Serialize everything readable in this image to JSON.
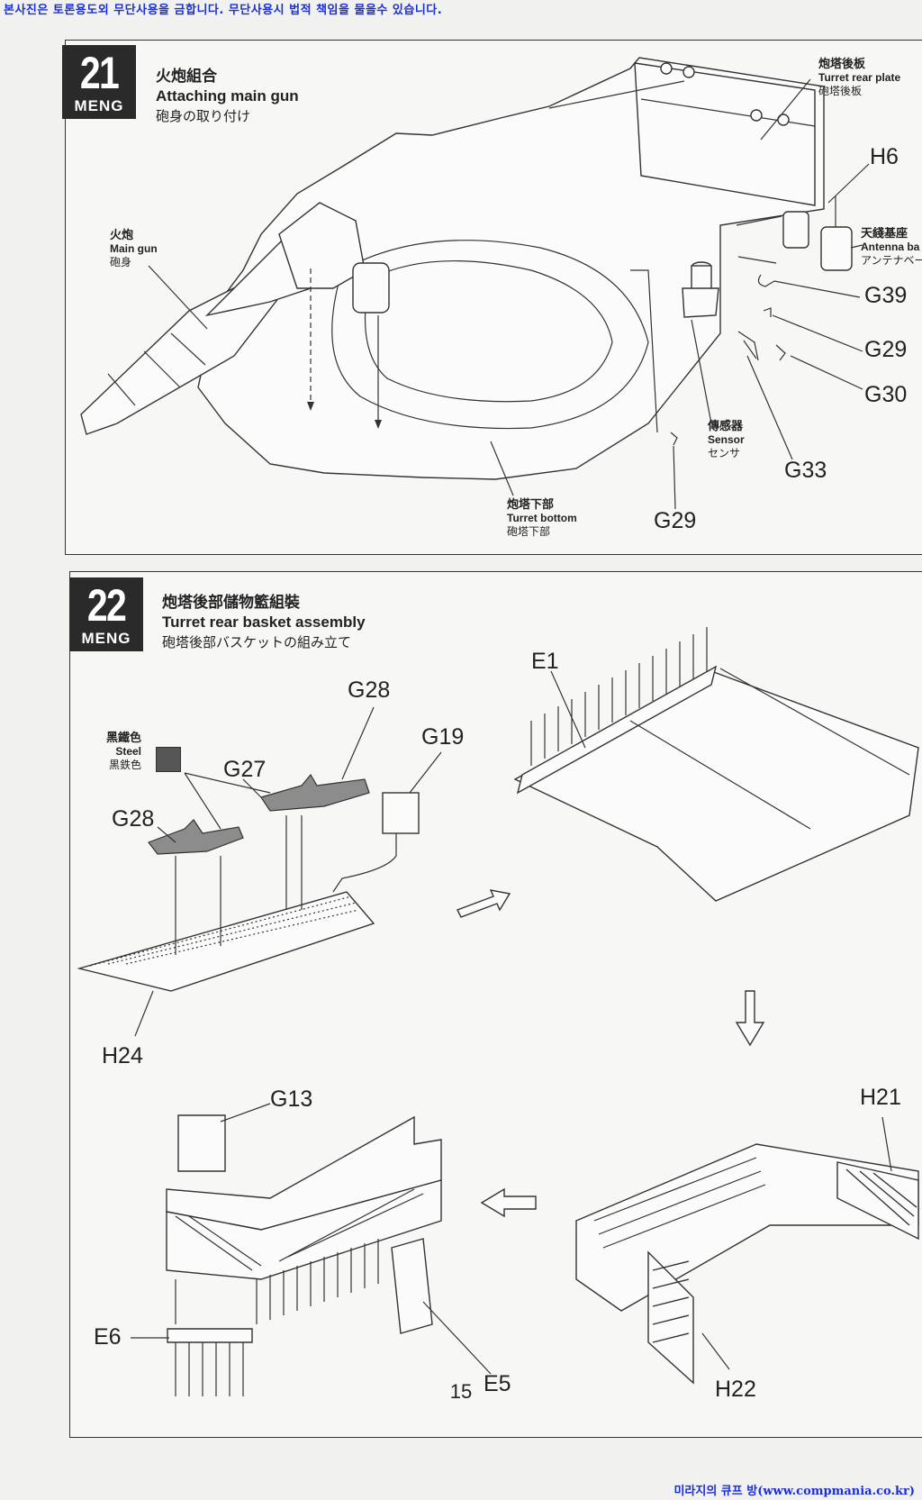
{
  "header_notice": "본사진은 토론용도외 무단사용을 금합니다. 무단사용시 법적 책임을 물을수 있습니다.",
  "footer_site": "미라지의 큐프 방(www.compmania.co.kr)",
  "page_number": "15",
  "steps": [
    {
      "number": "21",
      "brand": "MENG",
      "title_zh": "火炮組合",
      "title_en": "Attaching main gun",
      "title_ja": "砲身の取り付け",
      "callouts": {
        "main_gun": {
          "zh": "火炮",
          "en": "Main gun",
          "ja": "砲身"
        },
        "turret_rear_plate": {
          "zh": "炮塔後板",
          "en": "Turret rear plate",
          "ja": "砲塔後板"
        },
        "antenna_base": {
          "zh": "天綫基座",
          "en": "Antenna ba",
          "ja": "アンテナベー"
        },
        "sensor": {
          "zh": "傳感器",
          "en": "Sensor",
          "ja": "センサ"
        },
        "turret_bottom": {
          "zh": "炮塔下部",
          "en": "Turret bottom",
          "ja": "砲塔下部"
        }
      },
      "part_labels": [
        "H6",
        "G39",
        "G29",
        "G30",
        "G33",
        "G29"
      ]
    },
    {
      "number": "22",
      "brand": "MENG",
      "title_zh": "炮塔後部儲物籃組裝",
      "title_en": "Turret rear basket assembly",
      "title_ja": "砲塔後部バスケットの組み立て",
      "color_note": {
        "zh": "黑鐵色",
        "en": "Steel",
        "ja": "黒鉄色"
      },
      "part_labels": [
        "G28",
        "G27",
        "G28",
        "G19",
        "H24",
        "E1",
        "G13",
        "H21",
        "E6",
        "E5",
        "H22"
      ]
    }
  ]
}
